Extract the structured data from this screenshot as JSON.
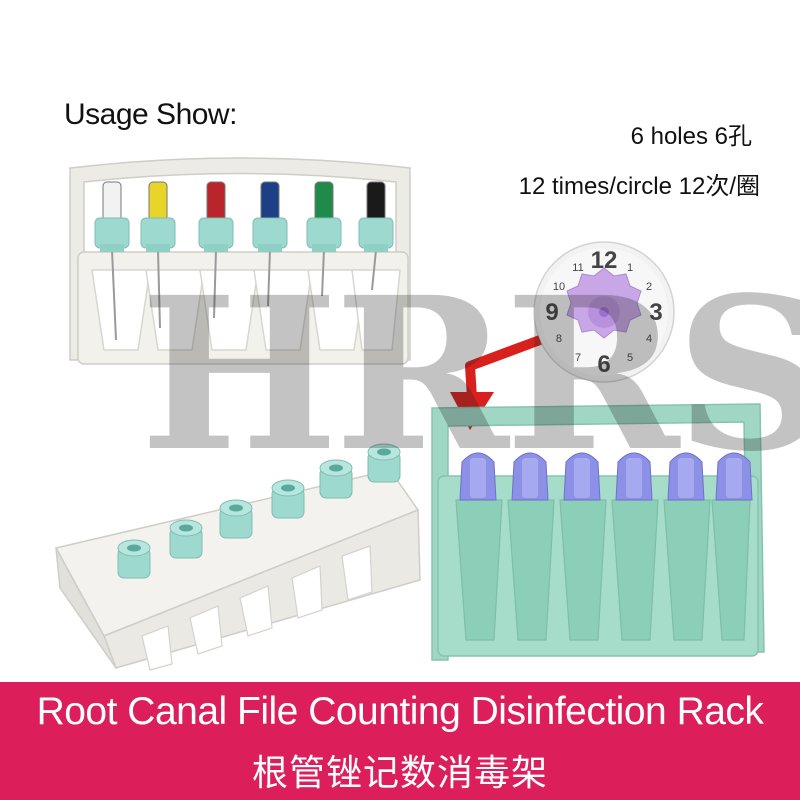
{
  "header": {
    "usage_title": "Usage Show:",
    "spec_holes": "6 holes  6孔",
    "spec_count": "12 times/circle  12次/圈"
  },
  "dial": {
    "numbers": [
      "12",
      "1",
      "2",
      "3",
      "4",
      "5",
      "6",
      "7",
      "8",
      "9",
      "10",
      "11"
    ]
  },
  "watermark": {
    "text": "HRRS"
  },
  "banner": {
    "title_en": "Root Canal File Counting Disinfection Rack",
    "title_zh": "根管锉记数消毒架"
  },
  "colors": {
    "banner": "#dc1f5a",
    "rack_white": "#f3f1ec",
    "rack_mint": "#a6dcca",
    "cap_mint": "#9ed9cf",
    "arrow_red": "#d8201d",
    "dial_purple": "#c9a6e6",
    "file_handles": [
      "#f2f2f2",
      "#e9d42a",
      "#b9252a",
      "#1d3f85",
      "#1f8a4a",
      "#1a1a1a"
    ]
  }
}
